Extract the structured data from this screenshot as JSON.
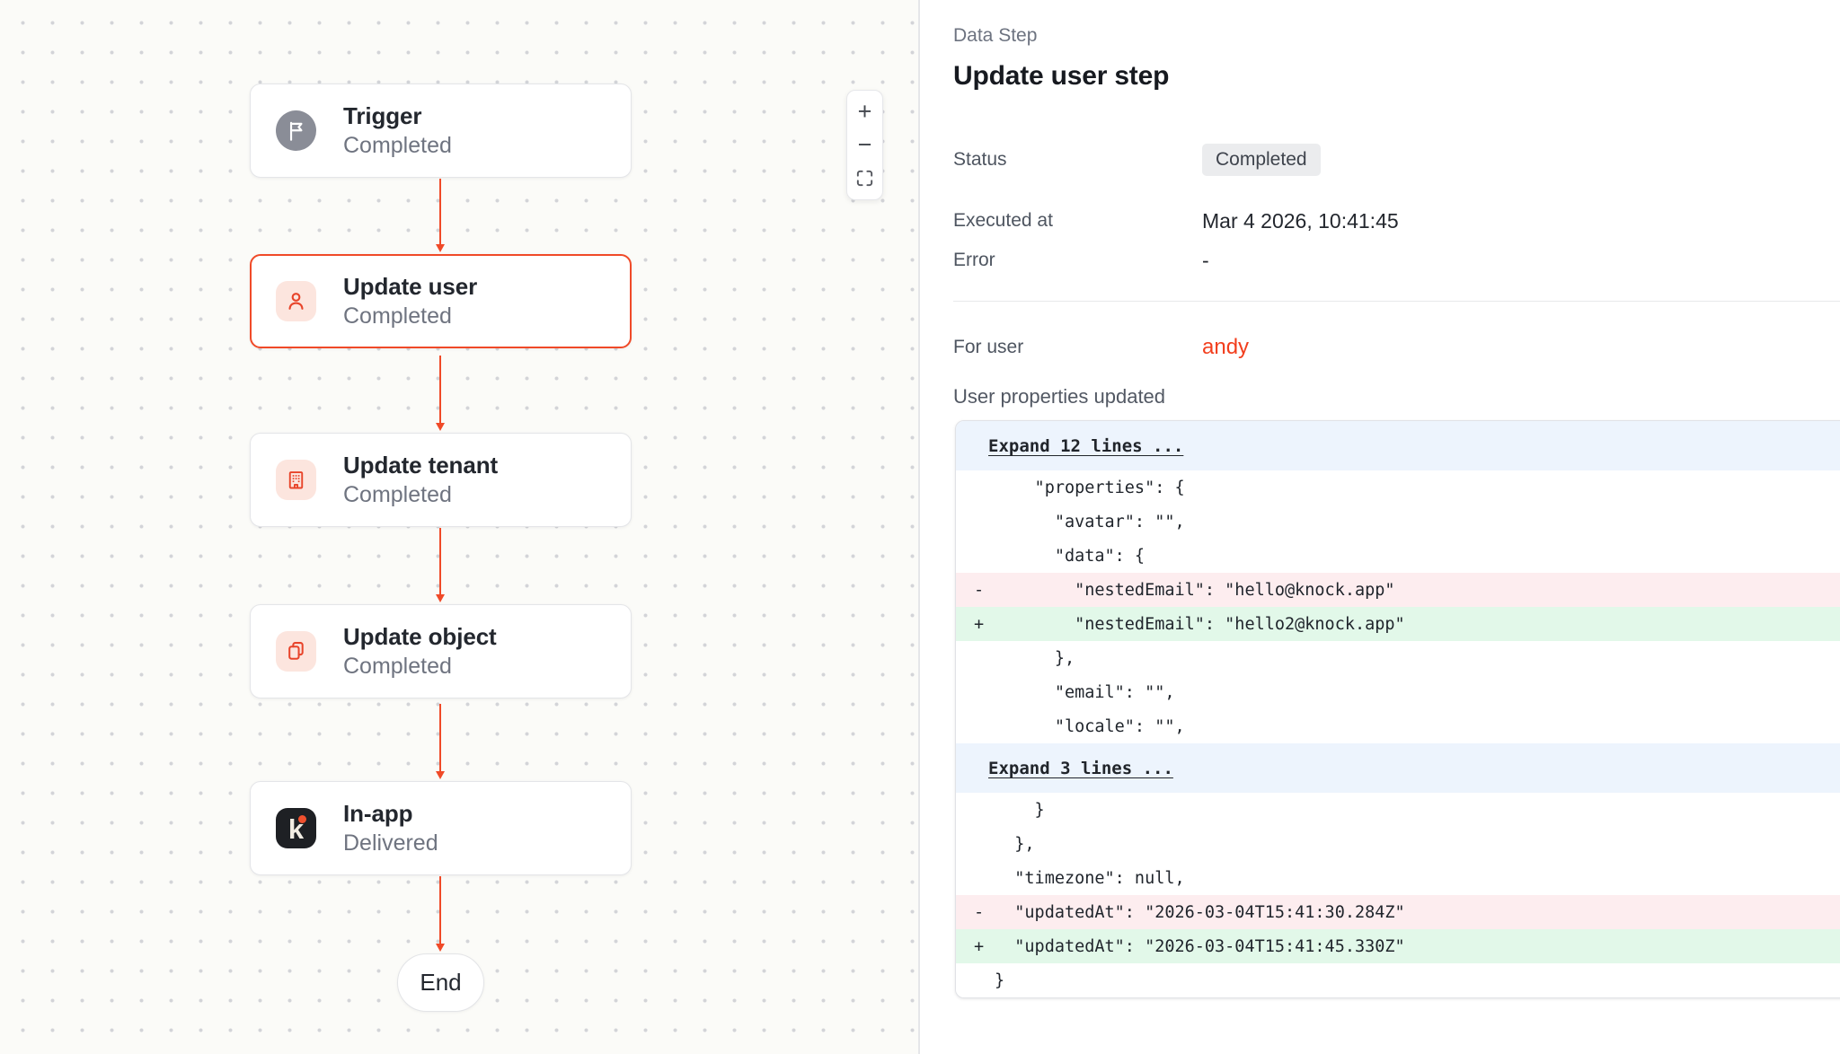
{
  "canvas": {
    "nodes": [
      {
        "title": "Trigger",
        "status": "Completed"
      },
      {
        "title": "Update user",
        "status": "Completed"
      },
      {
        "title": "Update tenant",
        "status": "Completed"
      },
      {
        "title": "Update object",
        "status": "Completed"
      },
      {
        "title": "In-app",
        "status": "Delivered"
      }
    ],
    "end_label": "End",
    "logo_letter": "k"
  },
  "zoom_controls": {
    "zoom_in": "+",
    "zoom_out": "−"
  },
  "panel": {
    "kicker": "Data Step",
    "title": "Update user step",
    "rows": [
      {
        "label": "Status",
        "value": "Completed"
      },
      {
        "label": "Executed at",
        "value": "Mar 4 2026, 10:41:45"
      },
      {
        "label": "Error",
        "value": "-"
      }
    ],
    "for_user_label": "For user",
    "for_user_value": "andy",
    "section_title": "User properties updated"
  },
  "diff": {
    "rows": [
      {
        "type": "expand",
        "marker": "",
        "text": "Expand 12 lines ..."
      },
      {
        "type": "context",
        "marker": "",
        "text": "    \"properties\": {"
      },
      {
        "type": "context",
        "marker": "",
        "text": "      \"avatar\": \"\","
      },
      {
        "type": "context",
        "marker": "",
        "text": "      \"data\": {"
      },
      {
        "type": "del",
        "marker": "-",
        "text": "        \"nestedEmail\": \"hello@knock.app\""
      },
      {
        "type": "add",
        "marker": "+",
        "text": "        \"nestedEmail\": \"hello2@knock.app\""
      },
      {
        "type": "context",
        "marker": "",
        "text": "      },"
      },
      {
        "type": "context",
        "marker": "",
        "text": "      \"email\": \"\","
      },
      {
        "type": "context",
        "marker": "",
        "text": "      \"locale\": \"\","
      },
      {
        "type": "expand",
        "marker": "",
        "text": "Expand 3 lines ..."
      },
      {
        "type": "context",
        "marker": "",
        "text": "    }"
      },
      {
        "type": "context",
        "marker": "",
        "text": "  },"
      },
      {
        "type": "context",
        "marker": "",
        "text": "  \"timezone\": null,"
      },
      {
        "type": "del",
        "marker": "-",
        "text": "  \"updatedAt\": \"2026-03-04T15:41:30.284Z\""
      },
      {
        "type": "add",
        "marker": "+",
        "text": "  \"updatedAt\": \"2026-03-04T15:41:45.330Z\""
      },
      {
        "type": "context",
        "marker": "",
        "text": "}"
      }
    ]
  },
  "colors": {
    "accent": "#F04A28",
    "link": "#F23E1D",
    "expand_bg": "#EDF4FD",
    "del_bg": "#FDEDEF",
    "add_bg": "#E2F8E9",
    "badge_bg": "#EBECEE"
  }
}
